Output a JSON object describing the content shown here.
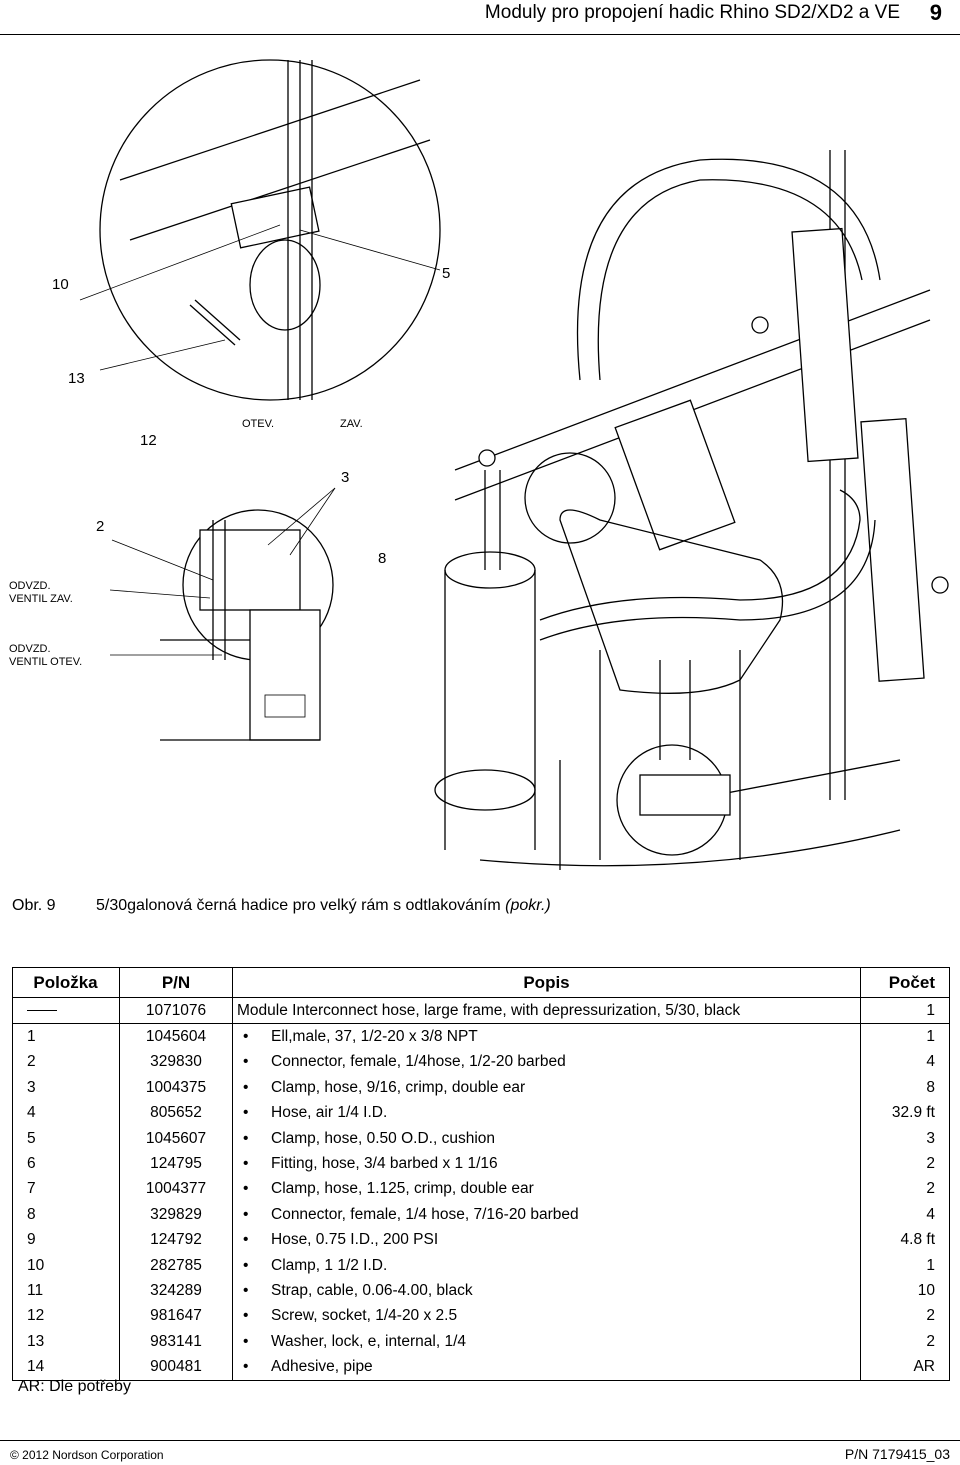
{
  "header": {
    "title": "Moduly pro propojení hadic Rhino SD2/XD2 a VE",
    "page_number": "9"
  },
  "figure": {
    "callouts": {
      "c10": "10",
      "c5": "5",
      "c13": "13",
      "c12": "12",
      "open": "OTEV.",
      "closed": "ZAV.",
      "c3": "3",
      "c2": "2",
      "c8": "8",
      "valve_closed_1": "ODVZD.",
      "valve_closed_2": "VENTIL ZAV.",
      "valve_open_1": "ODVZD.",
      "valve_open_2": "VENTIL OTEV."
    },
    "caption_number": "Obr. 9",
    "caption_text": "5/30galonová černá hadice pro velký rám s odtlakováním",
    "caption_suffix": "(pokr.)"
  },
  "table": {
    "headers": {
      "item": "Položka",
      "pn": "P/N",
      "desc": "Popis",
      "qty": "Počet"
    },
    "rows": [
      {
        "item": "",
        "pn": "1071076",
        "desc": "Module Interconnect hose, large frame, with depressurization, 5/30, black",
        "qty": "1"
      },
      {
        "item": "1",
        "pn": "1045604",
        "desc": "Ell,male, 37, 1/2-20 x 3/8 NPT",
        "qty": "1"
      },
      {
        "item": "2",
        "pn": "329830",
        "desc": "Connector, female, 1/4hose, 1/2-20 barbed",
        "qty": "4"
      },
      {
        "item": "3",
        "pn": "1004375",
        "desc": "Clamp, hose, 9/16, crimp, double ear",
        "qty": "8"
      },
      {
        "item": "4",
        "pn": "805652",
        "desc": "Hose, air 1/4 I.D.",
        "qty": "32.9 ft"
      },
      {
        "item": "5",
        "pn": "1045607",
        "desc": "Clamp, hose, 0.50 O.D., cushion",
        "qty": "3"
      },
      {
        "item": "6",
        "pn": "124795",
        "desc": "Fitting, hose, 3/4 barbed x 1 1/16",
        "qty": "2"
      },
      {
        "item": "7",
        "pn": "1004377",
        "desc": "Clamp, hose, 1.125, crimp, double ear",
        "qty": "2"
      },
      {
        "item": "8",
        "pn": "329829",
        "desc": "Connector, female, 1/4 hose, 7/16-20 barbed",
        "qty": "4"
      },
      {
        "item": "9",
        "pn": "124792",
        "desc": "Hose, 0.75 I.D., 200 PSI",
        "qty": "4.8 ft"
      },
      {
        "item": "10",
        "pn": "282785",
        "desc": "Clamp, 1 1/2 I.D.",
        "qty": "1"
      },
      {
        "item": "11",
        "pn": "324289",
        "desc": "Strap, cable, 0.06-4.00, black",
        "qty": "10"
      },
      {
        "item": "12",
        "pn": "981647",
        "desc": "Screw, socket, 1/4-20 x 2.5",
        "qty": "2"
      },
      {
        "item": "13",
        "pn": "983141",
        "desc": "Washer, lock, e, internal, 1/4",
        "qty": "2"
      },
      {
        "item": "14",
        "pn": "900481",
        "desc": "Adhesive, pipe",
        "qty": "AR"
      }
    ],
    "note": "AR:  Dle potřeby"
  },
  "footer": {
    "copyright": "© 2012 Nordson Corporation",
    "part_number": "P/N 7179415_03"
  }
}
